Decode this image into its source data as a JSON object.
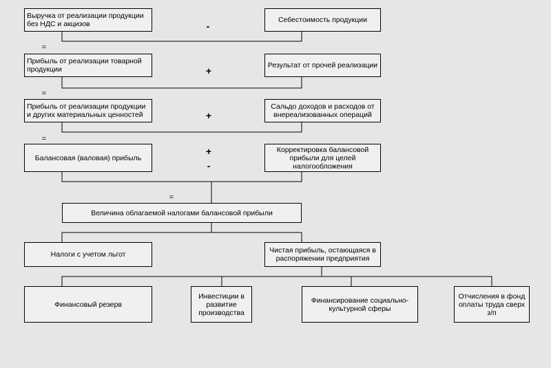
{
  "boxes": {
    "revenue": "Выручка от реализации продукции без НДС и акцизов",
    "cost": "Себестоимость продукции",
    "goods_profit": "Прибыль от реализации товарной продукции",
    "other_sales_result": "Результат от прочей реализации",
    "sales_profit": "Прибыль от реализации продукции и других материальных ценностей",
    "non_sales_balance": "Сальдо доходов и расходов от внереализованных операций",
    "balance_profit": "Балансовая (валовая) прибыль",
    "tax_adjustment": "Корректировка балансовой прибыли для целей налогообложения",
    "taxable_profit": "Величина облагаемой налогами балансовой прибыли",
    "taxes": "Налоги с учетом льгот",
    "net_profit": "Чистая прибыль, остающаяся в распоряжении предприятия",
    "financial_reserve": "Финансовый резерв",
    "investments": "Инвестиции в развитие производства",
    "social_financing": "Финансирование социально-культурной сферы",
    "wage_fund": "Отчисления в фонд оплаты труда сверх з/п"
  },
  "operators": {
    "minus": "-",
    "plus": "+",
    "equals": "="
  }
}
